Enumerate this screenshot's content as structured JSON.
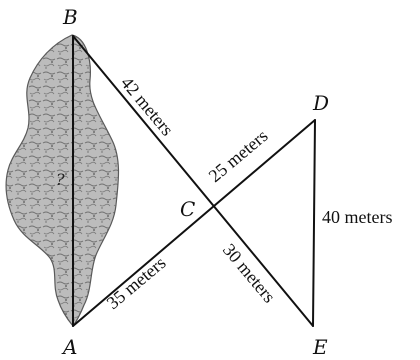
{
  "figure": {
    "points": {
      "A": "A",
      "B": "B",
      "C": "C",
      "D": "D",
      "E": "E"
    },
    "segments": {
      "BC": "42 meters",
      "CD": "25 meters",
      "AC": "35 meters",
      "CE": "30 meters",
      "DE": "40 meters"
    },
    "unknown": "?"
  },
  "colors": {
    "line": "#111111",
    "pond_fill": "#b8b8b8",
    "pond_texture": "#6f6f6f",
    "background": "#ffffff"
  }
}
